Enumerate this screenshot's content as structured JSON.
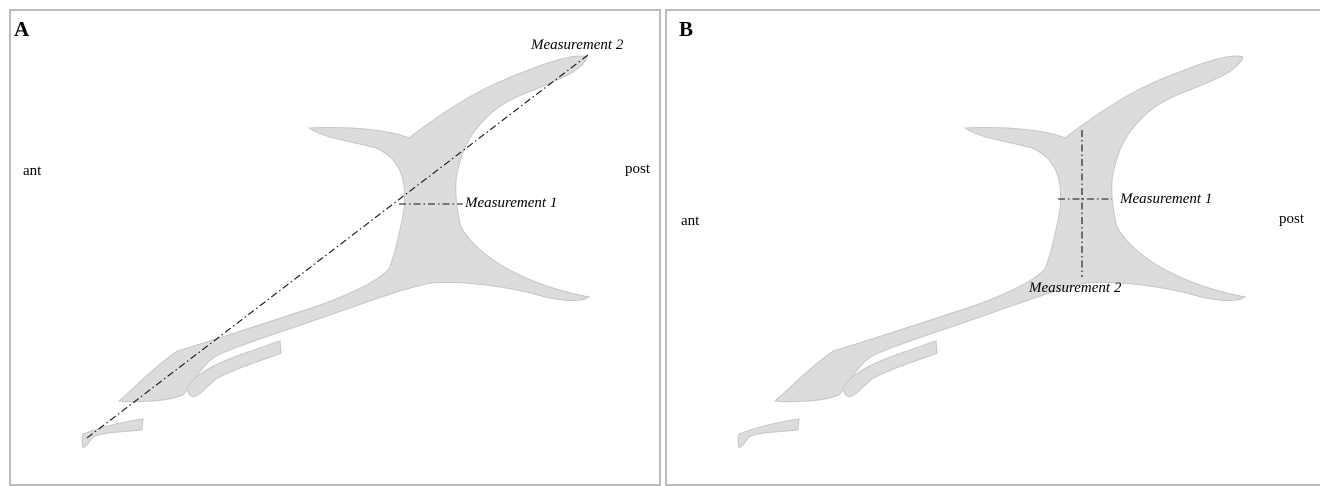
{
  "panel_a": {
    "label": "A",
    "anterior_label": "ant",
    "posterior_label": "post",
    "measurement_1_label": "Measurement 1",
    "measurement_2_label": "Measurement 2"
  },
  "panel_b": {
    "label": "B",
    "anterior_label": "ant",
    "posterior_label": "post",
    "measurement_1_label": "Measurement 1",
    "measurement_2_label": "Measurement 2"
  },
  "colors": {
    "bone_fill": "#dcdcdc",
    "measurement_line": "#111111",
    "panel_border": "#bcbcbc"
  }
}
